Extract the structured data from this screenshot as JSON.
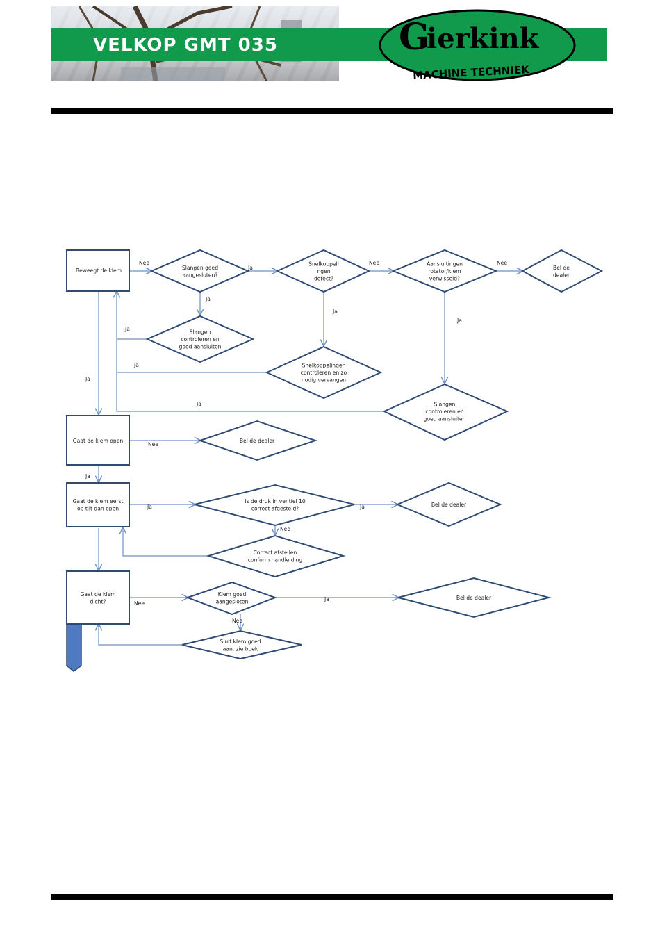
{
  "header": {
    "title": "VELKOP GMT 035",
    "logo_name": "Gierkink",
    "logo_tagline": "MACHINE TECHNIEK",
    "band_color": "#129a4c"
  },
  "flowchart": {
    "nodes": {
      "n_start": [
        "Beweegt de klem"
      ],
      "n_slangen_q": [
        "Slangen goed",
        "aangesloten?"
      ],
      "n_snel_q": [
        "Snelkoppeli",
        "ngen",
        "defect?"
      ],
      "n_aansl_q": [
        "Aansluitingen",
        "rotator/klem",
        "verwisseld?"
      ],
      "n_bel1": [
        "Bel de",
        "dealer"
      ],
      "n_slangen_fix": [
        "Slangen",
        "controleren en",
        "goed aansluiten"
      ],
      "n_snel_fix": [
        "Snelkoppelingen",
        "controleren en zo",
        "nodig vervangen"
      ],
      "n_slangen_fix2": [
        "Slangen",
        "controleren en",
        "goed aansluiten"
      ],
      "n_open_q": [
        "Gaat de klem open"
      ],
      "n_bel2": [
        "Bel de dealer"
      ],
      "n_tilt_q": [
        "Gaat de klem eerst",
        "op tilt dan open"
      ],
      "n_druk_q": [
        "Is de druk in ventiel 10",
        "correct afgesteld?"
      ],
      "n_bel3": [
        "Bel de dealer"
      ],
      "n_afstellen": [
        "Correct afstellen",
        "conform handleiding"
      ],
      "n_dicht_q": [
        "Gaat de klem",
        "dicht?"
      ],
      "n_klem_q": [
        "Klem goed",
        "aangesloten"
      ],
      "n_bel4": [
        "Bel de dealer"
      ],
      "n_sluit": [
        "Sluit klem goed",
        "aan, zie boek"
      ]
    },
    "edge_labels": {
      "e1": "Nee",
      "e2": "Ja",
      "e3": "Nee",
      "e4": "Nee",
      "e5": "Ja",
      "e6": "Ja",
      "e7": "Ja",
      "e8": "Ja",
      "e9": "Ja",
      "e10": "Ja",
      "e11": "Ja",
      "e12": "Nee",
      "e13": "Ja",
      "e14": "Ja",
      "e15": "Ja",
      "e16": "Nee",
      "e17": "Nee",
      "e18": "Ja",
      "e19": "Nee"
    }
  }
}
